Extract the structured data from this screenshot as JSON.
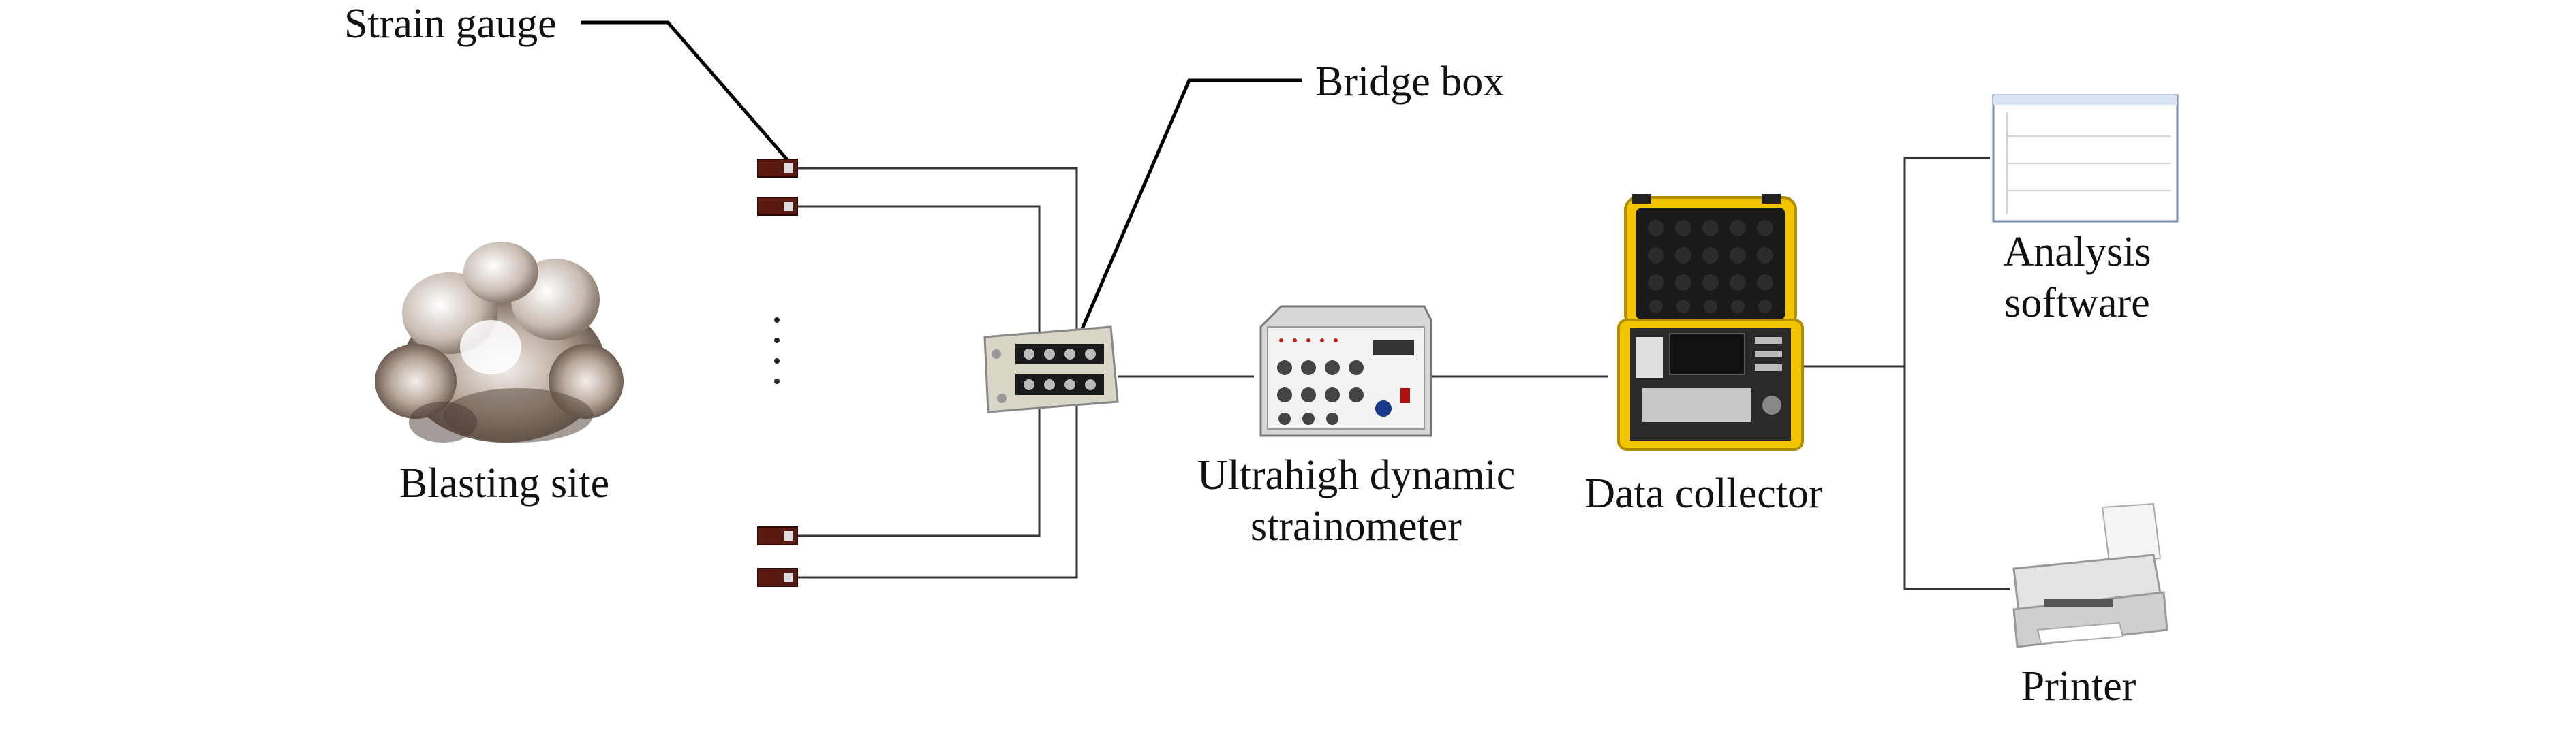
{
  "labels": {
    "strain_gauge": "Strain gauge",
    "bridge_box": "Bridge box",
    "blasting_site": "Blasting site",
    "strainometer_line1": "Ultrahigh dynamic",
    "strainometer_line2": "strainometer",
    "data_collector": "Data collector",
    "analysis_line1": "Analysis",
    "analysis_line2": "software",
    "printer": "Printer"
  },
  "icons": {
    "blast": "explosion-cloud-icon",
    "gauge": "strain-gauge-icon",
    "bridge": "bridge-box-icon",
    "strainometer": "strainometer-device-icon",
    "collector": "data-collector-case-icon",
    "software": "software-window-icon",
    "printer": "printer-icon"
  },
  "colors": {
    "case_yellow": "#f2c400",
    "gauge_brown": "#5a1a12",
    "wire": "#333333"
  }
}
